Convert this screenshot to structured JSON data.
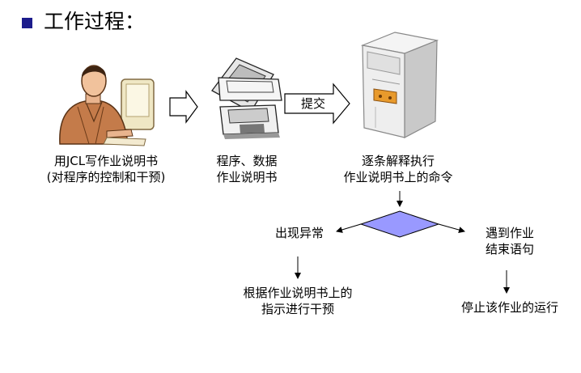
{
  "heading": {
    "bullet_color": "#1c1c8c",
    "text": "工作过程："
  },
  "steps": [
    {
      "icon": "person-at-computer-icon",
      "lines": [
        "用JCL写作业说明书",
        "(对程序的控制和干预)"
      ]
    },
    {
      "icon": "floppy-disks-icon",
      "lines": [
        "程序、数据",
        "作业说明书"
      ]
    },
    {
      "icon": "server-tower-icon",
      "lines": [
        "逐条解释执行",
        "作业说明书上的命令"
      ]
    }
  ],
  "submit_label": "提交",
  "decision": {
    "fill": "#9999ff"
  },
  "branches": {
    "left": {
      "lines": [
        "出现异常"
      ],
      "result": [
        "根据作业说明书上的",
        "指示进行干预"
      ]
    },
    "right": {
      "lines": [
        "遇到作业",
        "结束语句"
      ],
      "result": [
        "停止该作业的运行"
      ]
    }
  }
}
